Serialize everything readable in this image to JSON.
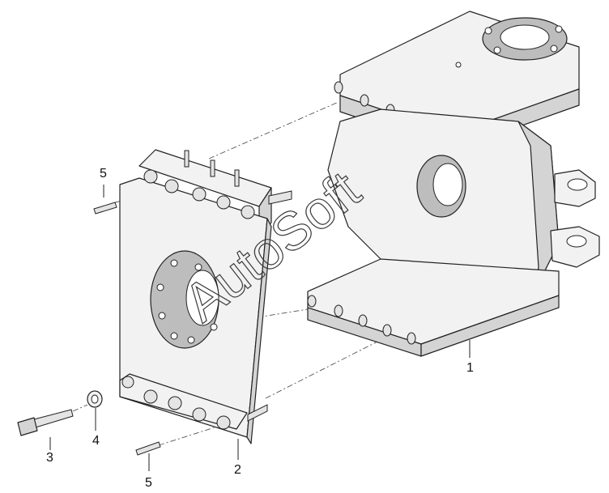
{
  "callouts": [
    {
      "id": "callout-1",
      "label": "1"
    },
    {
      "id": "callout-2",
      "label": "2"
    },
    {
      "id": "callout-3",
      "label": "3"
    },
    {
      "id": "callout-4",
      "label": "4"
    },
    {
      "id": "callout-5a",
      "label": "5"
    },
    {
      "id": "callout-5b",
      "label": "5"
    }
  ],
  "watermark": {
    "text": "AutoSoft"
  },
  "colors": {
    "line": "#222222",
    "face": "#f2f2f2",
    "shade": "#d4d4d4"
  }
}
